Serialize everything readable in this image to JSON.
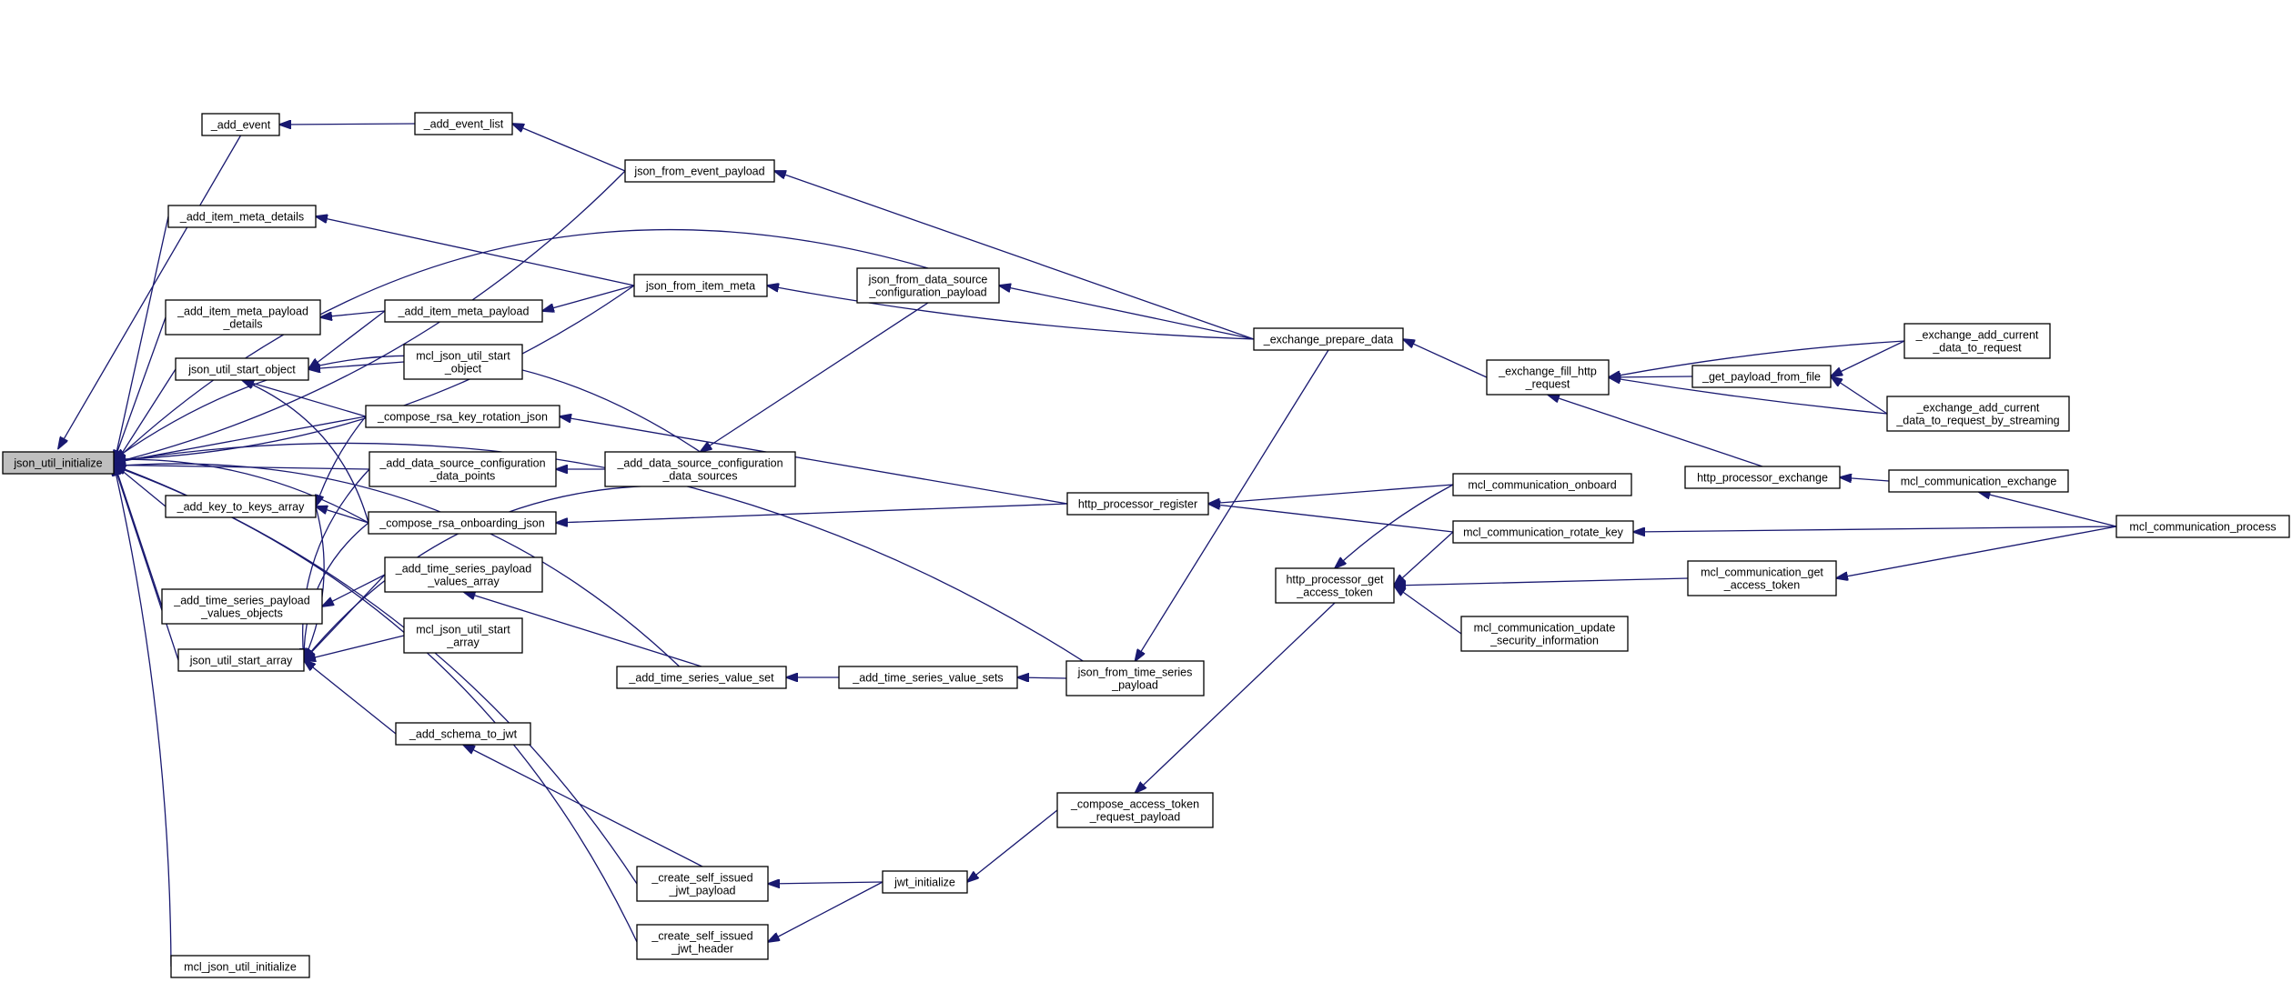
{
  "graph": {
    "title": "",
    "nodes": [
      {
        "id": "n_json_util_initialize",
        "lines": [
          "json_util_initialize"
        ],
        "focus": true
      },
      {
        "id": "n_add_event",
        "lines": [
          "_add_event"
        ]
      },
      {
        "id": "n_add_event_list",
        "lines": [
          "_add_event_list"
        ]
      },
      {
        "id": "n_json_from_event_payload",
        "lines": [
          "json_from_event_payload"
        ]
      },
      {
        "id": "n_add_item_meta_details",
        "lines": [
          "_add_item_meta_details"
        ]
      },
      {
        "id": "n_json_from_item_meta",
        "lines": [
          "json_from_item_meta"
        ]
      },
      {
        "id": "n_add_item_meta_payload_details",
        "lines": [
          "_add_item_meta_payload",
          "_details"
        ]
      },
      {
        "id": "n_add_item_meta_payload",
        "lines": [
          "_add_item_meta_payload"
        ]
      },
      {
        "id": "n_json_util_start_object",
        "lines": [
          "json_util_start_object"
        ]
      },
      {
        "id": "n_mcl_json_util_start_object",
        "lines": [
          "mcl_json_util_start",
          "_object"
        ]
      },
      {
        "id": "n_compose_rsa_key_rotation_json",
        "lines": [
          "_compose_rsa_key_rotation_json"
        ]
      },
      {
        "id": "n_add_data_source_configuration_data_points",
        "lines": [
          "_add_data_source_configuration",
          "_data_points"
        ]
      },
      {
        "id": "n_add_data_source_configuration_data_sources",
        "lines": [
          "_add_data_source_configuration",
          "_data_sources"
        ]
      },
      {
        "id": "n_add_key_to_keys_array",
        "lines": [
          "_add_key_to_keys_array"
        ]
      },
      {
        "id": "n_compose_rsa_onboarding_json",
        "lines": [
          "_compose_rsa_onboarding_json"
        ]
      },
      {
        "id": "n_add_time_series_payload_values_objects",
        "lines": [
          "_add_time_series_payload",
          "_values_objects"
        ]
      },
      {
        "id": "n_add_time_series_payload_values_array",
        "lines": [
          "_add_time_series_payload",
          "_values_array"
        ]
      },
      {
        "id": "n_mcl_json_util_start_array",
        "lines": [
          "mcl_json_util_start",
          "_array"
        ]
      },
      {
        "id": "n_json_util_start_array",
        "lines": [
          "json_util_start_array"
        ]
      },
      {
        "id": "n_add_schema_to_jwt",
        "lines": [
          "_add_schema_to_jwt"
        ]
      },
      {
        "id": "n_add_time_series_value_set",
        "lines": [
          "_add_time_series_value_set"
        ]
      },
      {
        "id": "n_add_time_series_value_sets",
        "lines": [
          "_add_time_series_value_sets"
        ]
      },
      {
        "id": "n_json_from_time_series_payload",
        "lines": [
          "json_from_time_series",
          "_payload"
        ]
      },
      {
        "id": "n_json_from_data_source_configuration_payload",
        "lines": [
          "json_from_data_source",
          "_configuration_payload"
        ]
      },
      {
        "id": "n_exchange_prepare_data",
        "lines": [
          "_exchange_prepare_data"
        ]
      },
      {
        "id": "n_exchange_fill_http_request",
        "lines": [
          "_exchange_fill_http",
          "_request"
        ]
      },
      {
        "id": "n_get_payload_from_file",
        "lines": [
          "_get_payload_from_file"
        ]
      },
      {
        "id": "n_exchange_add_current_data_to_request",
        "lines": [
          "_exchange_add_current",
          "_data_to_request"
        ]
      },
      {
        "id": "n_exchange_add_current_data_to_request_by_streaming",
        "lines": [
          "_exchange_add_current",
          "_data_to_request_by_streaming"
        ]
      },
      {
        "id": "n_http_processor_exchange",
        "lines": [
          "http_processor_exchange"
        ]
      },
      {
        "id": "n_mcl_communication_exchange",
        "lines": [
          "mcl_communication_exchange"
        ]
      },
      {
        "id": "n_mcl_communication_process",
        "lines": [
          "mcl_communication_process"
        ]
      },
      {
        "id": "n_http_processor_register",
        "lines": [
          "http_processor_register"
        ]
      },
      {
        "id": "n_mcl_communication_onboard",
        "lines": [
          "mcl_communication_onboard"
        ]
      },
      {
        "id": "n_mcl_communication_rotate_key",
        "lines": [
          "mcl_communication_rotate_key"
        ]
      },
      {
        "id": "n_http_processor_get_access_token",
        "lines": [
          "http_processor_get",
          "_access_token"
        ]
      },
      {
        "id": "n_mcl_communication_get_access_token",
        "lines": [
          "mcl_communication_get",
          "_access_token"
        ]
      },
      {
        "id": "n_mcl_communication_update_security_information",
        "lines": [
          "mcl_communication_update",
          "_security_information"
        ]
      },
      {
        "id": "n_compose_access_token_request_payload",
        "lines": [
          "_compose_access_token",
          "_request_payload"
        ]
      },
      {
        "id": "n_create_self_issued_jwt_payload",
        "lines": [
          "_create_self_issued",
          "_jwt_payload"
        ]
      },
      {
        "id": "n_create_self_issued_jwt_header",
        "lines": [
          "_create_self_issued",
          "_jwt_header"
        ]
      },
      {
        "id": "n_jwt_initialize",
        "lines": [
          "jwt_initialize"
        ]
      },
      {
        "id": "n_mcl_json_util_initialize",
        "lines": [
          "mcl_json_util_initialize"
        ]
      }
    ],
    "edges": [
      [
        "n_add_event",
        "n_json_util_initialize"
      ],
      [
        "n_add_event_list",
        "n_add_event"
      ],
      [
        "n_json_from_event_payload",
        "n_add_event_list"
      ],
      [
        "n_json_from_event_payload",
        "n_json_util_initialize"
      ],
      [
        "n_exchange_prepare_data",
        "n_json_from_event_payload"
      ],
      [
        "n_add_item_meta_details",
        "n_json_util_initialize"
      ],
      [
        "n_json_from_item_meta",
        "n_add_item_meta_details"
      ],
      [
        "n_json_from_item_meta",
        "n_json_util_initialize"
      ],
      [
        "n_exchange_prepare_data",
        "n_json_from_item_meta"
      ],
      [
        "n_add_item_meta_payload_details",
        "n_json_util_initialize"
      ],
      [
        "n_add_item_meta_payload",
        "n_add_item_meta_payload_details"
      ],
      [
        "n_json_from_item_meta",
        "n_add_item_meta_payload"
      ],
      [
        "n_add_item_meta_payload",
        "n_json_util_start_object"
      ],
      [
        "n_json_util_start_object",
        "n_json_util_initialize"
      ],
      [
        "n_mcl_json_util_start_object",
        "n_json_util_start_object"
      ],
      [
        "n_compose_rsa_key_rotation_json",
        "n_json_util_start_object"
      ],
      [
        "n_compose_rsa_onboarding_json",
        "n_json_util_start_object"
      ],
      [
        "n_compose_rsa_key_rotation_json",
        "n_json_util_initialize"
      ],
      [
        "n_http_processor_register",
        "n_compose_rsa_key_rotation_json"
      ],
      [
        "n_add_data_source_configuration_data_points",
        "n_json_util_initialize"
      ],
      [
        "n_add_data_source_configuration_data_sources",
        "n_add_data_source_configuration_data_points"
      ],
      [
        "n_add_data_source_configuration_data_sources",
        "n_json_util_initialize"
      ],
      [
        "n_json_from_data_source_configuration_payload",
        "n_add_data_source_configuration_data_sources"
      ],
      [
        "n_json_from_data_source_configuration_payload",
        "n_json_util_initialize"
      ],
      [
        "n_exchange_prepare_data",
        "n_json_from_data_source_configuration_payload"
      ],
      [
        "n_add_key_to_keys_array",
        "n_json_util_initialize"
      ],
      [
        "n_compose_rsa_key_rotation_json",
        "n_add_key_to_keys_array"
      ],
      [
        "n_compose_rsa_onboarding_json",
        "n_add_key_to_keys_array"
      ],
      [
        "n_compose_rsa_onboarding_json",
        "n_json_util_initialize"
      ],
      [
        "n_http_processor_register",
        "n_compose_rsa_onboarding_json"
      ],
      [
        "n_add_time_series_payload_values_objects",
        "n_json_util_initialize"
      ],
      [
        "n_add_time_series_payload_values_array",
        "n_add_time_series_payload_values_objects"
      ],
      [
        "n_add_time_series_payload_values_array",
        "n_json_util_start_array"
      ],
      [
        "n_add_time_series_value_set",
        "n_add_time_series_payload_values_array"
      ],
      [
        "n_add_time_series_value_set",
        "n_json_util_initialize"
      ],
      [
        "n_add_time_series_value_sets",
        "n_add_time_series_value_set"
      ],
      [
        "n_json_from_time_series_payload",
        "n_add_time_series_value_sets"
      ],
      [
        "n_json_from_time_series_payload",
        "n_json_util_initialize"
      ],
      [
        "n_exchange_prepare_data",
        "n_json_from_time_series_payload"
      ],
      [
        "n_json_util_start_array",
        "n_json_util_initialize"
      ],
      [
        "n_mcl_json_util_start_array",
        "n_json_util_start_array"
      ],
      [
        "n_add_key_to_keys_array",
        "n_json_util_start_array"
      ],
      [
        "n_add_data_source_configuration_data_points",
        "n_json_util_start_array"
      ],
      [
        "n_add_data_source_configuration_data_sources",
        "n_json_util_start_array"
      ],
      [
        "n_compose_rsa_onboarding_json",
        "n_json_util_start_array"
      ],
      [
        "n_add_schema_to_jwt",
        "n_json_util_start_array"
      ],
      [
        "n_create_self_issued_jwt_payload",
        "n_add_schema_to_jwt"
      ],
      [
        "n_create_self_issued_jwt_payload",
        "n_json_util_initialize"
      ],
      [
        "n_create_self_issued_jwt_header",
        "n_json_util_initialize"
      ],
      [
        "n_jwt_initialize",
        "n_create_self_issued_jwt_payload"
      ],
      [
        "n_jwt_initialize",
        "n_create_self_issued_jwt_header"
      ],
      [
        "n_compose_access_token_request_payload",
        "n_jwt_initialize"
      ],
      [
        "n_http_processor_get_access_token",
        "n_compose_access_token_request_payload"
      ],
      [
        "n_mcl_json_util_initialize",
        "n_json_util_initialize"
      ],
      [
        "n_exchange_fill_http_request",
        "n_exchange_prepare_data"
      ],
      [
        "n_get_payload_from_file",
        "n_exchange_fill_http_request"
      ],
      [
        "n_exchange_add_current_data_to_request",
        "n_get_payload_from_file"
      ],
      [
        "n_exchange_add_current_data_to_request_by_streaming",
        "n_get_payload_from_file"
      ],
      [
        "n_exchange_add_current_data_to_request",
        "n_exchange_fill_http_request"
      ],
      [
        "n_exchange_add_current_data_to_request_by_streaming",
        "n_exchange_fill_http_request"
      ],
      [
        "n_http_processor_exchange",
        "n_exchange_fill_http_request"
      ],
      [
        "n_mcl_communication_exchange",
        "n_http_processor_exchange"
      ],
      [
        "n_mcl_communication_process",
        "n_mcl_communication_exchange"
      ],
      [
        "n_mcl_communication_onboard",
        "n_http_processor_register"
      ],
      [
        "n_mcl_communication_rotate_key",
        "n_http_processor_register"
      ],
      [
        "n_mcl_communication_process",
        "n_mcl_communication_rotate_key"
      ],
      [
        "n_mcl_communication_onboard",
        "n_http_processor_get_access_token"
      ],
      [
        "n_mcl_communication_rotate_key",
        "n_http_processor_get_access_token"
      ],
      [
        "n_mcl_communication_get_access_token",
        "n_http_processor_get_access_token"
      ],
      [
        "n_mcl_communication_update_security_information",
        "n_http_processor_get_access_token"
      ],
      [
        "n_mcl_communication_process",
        "n_mcl_communication_get_access_token"
      ]
    ]
  }
}
